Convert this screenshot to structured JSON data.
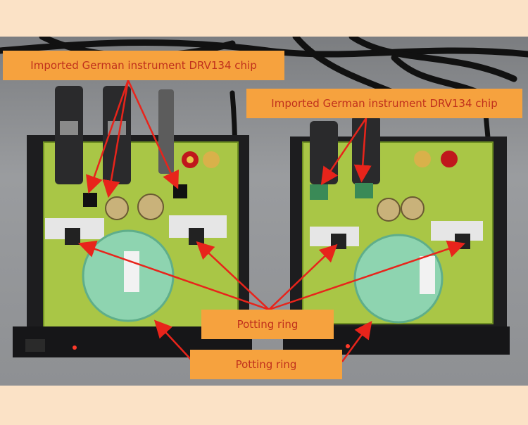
{
  "callouts": {
    "chip_top_left": "Imported German instrument DRV134 chip",
    "chip_top_right": "Imported German instrument DRV134 chip",
    "ring_center": "Potting ring",
    "ring_bottom": "Potting ring"
  },
  "colors": {
    "callout_bg": "#f6a23e",
    "callout_text": "#c0301c",
    "arrow": "#e8241b",
    "pcb": "#9fbf3c",
    "transformer": "#8ed4b0"
  }
}
